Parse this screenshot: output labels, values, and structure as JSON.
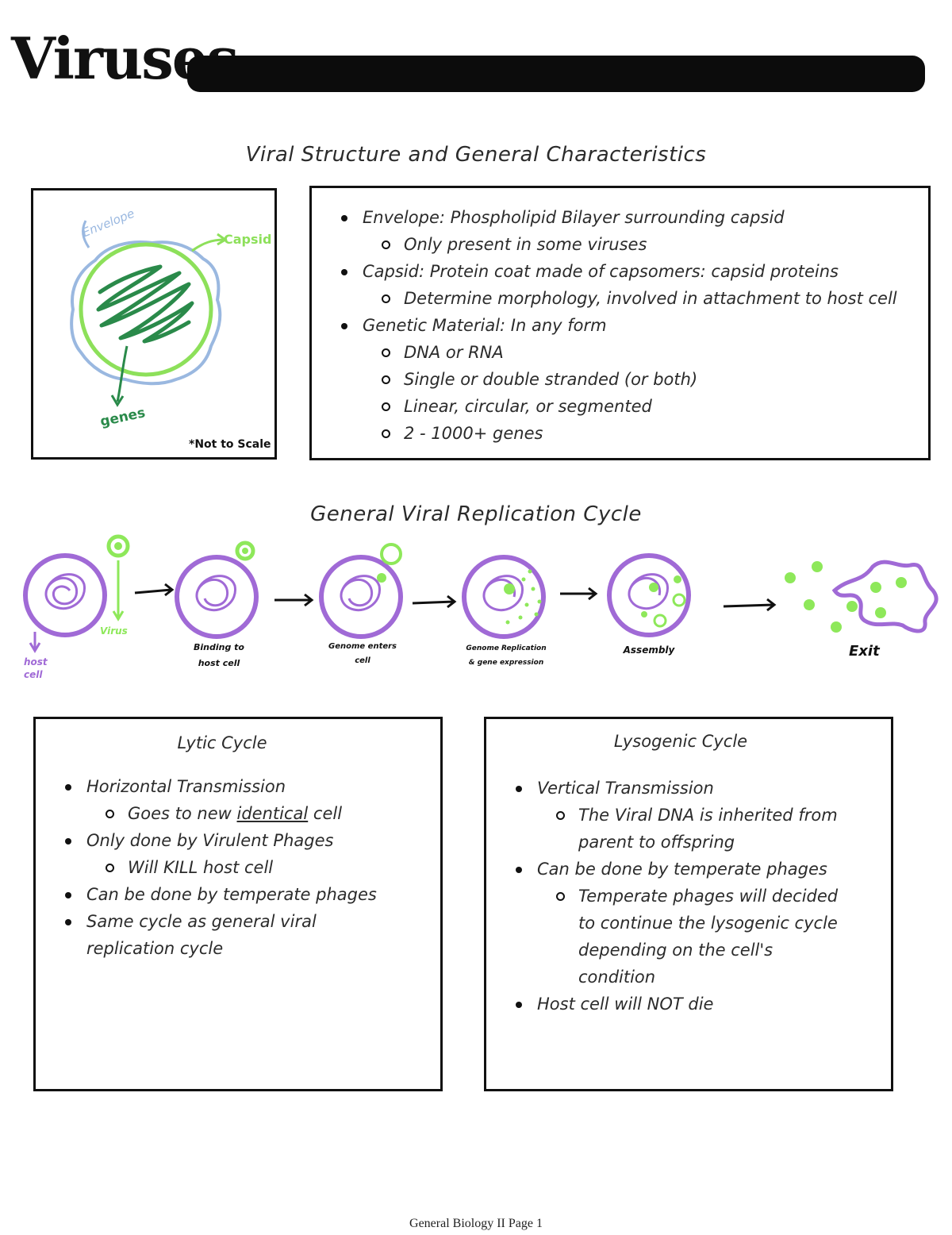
{
  "header": {
    "title": "Viruses"
  },
  "structure_section": {
    "heading": "Viral Structure and General Characteristics",
    "diagram": {
      "labels": {
        "envelope": "Envelope",
        "capsid": "Capsid",
        "genes": "genes",
        "note": "*Not to Scale"
      },
      "colors": {
        "envelope": "#9ab8e0",
        "capsid": "#8de05a",
        "genes": "#2a8a4a"
      }
    },
    "characteristics": {
      "items": [
        {
          "text": "Envelope: Phospholipid Bilayer surrounding capsid",
          "level": 1
        },
        {
          "text": "Only present in some viruses",
          "level": 2
        },
        {
          "text": "Capsid: Protein coat made of capsomers: capsid proteins",
          "level": 1
        },
        {
          "text": "Determine morphology, involved in attachment to host cell",
          "level": 2
        },
        {
          "text": "Genetic Material: In any form",
          "level": 1
        },
        {
          "text": "DNA or RNA",
          "level": 2
        },
        {
          "text": "Single or double stranded (or both)",
          "level": 2
        },
        {
          "text": "Linear, circular, or segmented",
          "level": 2
        },
        {
          "text": "2 - 1000+ genes",
          "level": 2
        }
      ]
    }
  },
  "replication_section": {
    "heading": "General Viral Replication Cycle",
    "colors": {
      "cell": "#a06ad6",
      "virus": "#8ee85a",
      "dark_virus": "#2c9c3c"
    },
    "steps": {
      "host_cell": "host cell",
      "virus": "Virus",
      "binding": "Binding to host cell",
      "genome_entry": "Genome enters cell",
      "replication": "Genome Replication & gene expression",
      "assembly": "Assembly",
      "exit": "Exit"
    }
  },
  "lytic": {
    "title": "Lytic Cycle",
    "items": [
      {
        "text": "Horizontal Transmission",
        "level": 1
      },
      {
        "pre": "Goes to new ",
        "underlined": "identical",
        "post": " cell",
        "level": 2
      },
      {
        "text": "Only done by Virulent Phages",
        "level": 1
      },
      {
        "text": "Will KILL host cell",
        "level": 2
      },
      {
        "text": "Can be done by temperate phages",
        "level": 1
      },
      {
        "text": "Same cycle as general viral replication cycle",
        "level": 1
      }
    ]
  },
  "lysogenic": {
    "title": "Lysogenic Cycle",
    "items": [
      {
        "text": "Vertical Transmission",
        "level": 1
      },
      {
        "text": "The Viral DNA is inherited from parent to offspring",
        "level": 2
      },
      {
        "text": "Can be done by temperate phages",
        "level": 1
      },
      {
        "text": "Temperate phages will decided to continue the lysogenic cycle depending on the cell's condition",
        "level": 2
      },
      {
        "text": "Host cell will NOT die",
        "level": 1
      }
    ]
  },
  "footer": {
    "text": "General Biology II Page 1"
  }
}
